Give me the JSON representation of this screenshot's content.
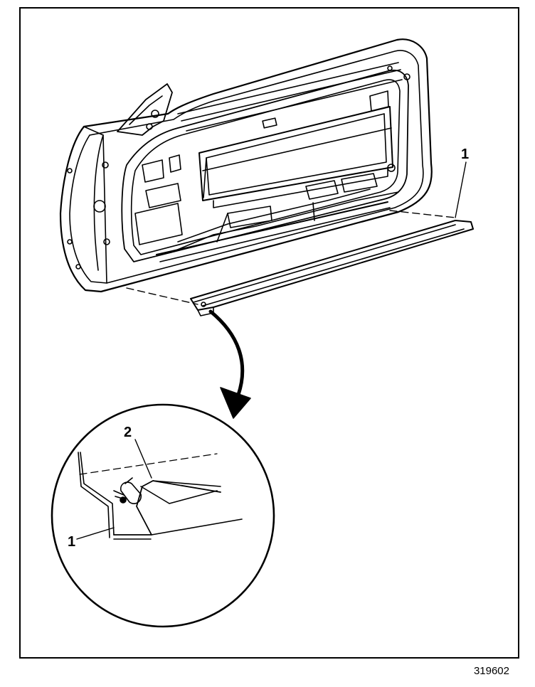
{
  "figure": {
    "number": "319602",
    "callouts": {
      "main_part": "1",
      "detail_part": "1",
      "detail_clip": "2"
    }
  },
  "colors": {
    "line": "#000000",
    "background": "#ffffff"
  },
  "icons": [
    "door-assembly-drawing",
    "sill-plate-drawing",
    "detail-arrow",
    "clip-detail-drawing"
  ]
}
